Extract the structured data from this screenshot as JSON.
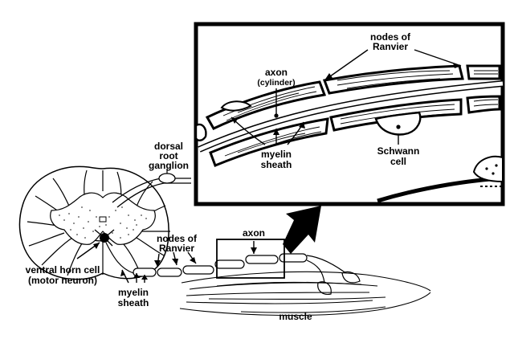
{
  "labels": {
    "dorsal_root_ganglion": [
      "dorsal",
      "root",
      "ganglion"
    ],
    "ventral_horn_cell": [
      "ventral horn cell",
      "(motor neuron)"
    ],
    "myelin_sheath_main": [
      "myelin",
      "sheath"
    ],
    "nodes_of_ranvier_main": [
      "nodes of",
      "Ranvier"
    ],
    "axon_main": "axon",
    "muscle": "muscle",
    "nodes_of_ranvier_inset": [
      "nodes of",
      "Ranvier"
    ],
    "axon_inset": "axon",
    "axon_inset_sub": "(cylinder)",
    "myelin_sheath_inset": [
      "myelin",
      "sheath"
    ],
    "schwann_cell": [
      "Schwann",
      "cell"
    ]
  },
  "colors": {
    "ink": "#000000",
    "paper": "#ffffff",
    "stipple": "#444444"
  }
}
